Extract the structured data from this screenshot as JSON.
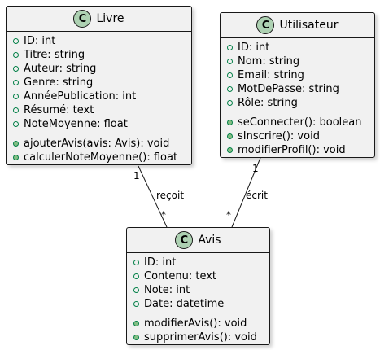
{
  "classes": {
    "livre": {
      "stereotype": "C",
      "name": "Livre",
      "attributes": [
        "ID: int",
        "Titre: string",
        "Auteur: string",
        "Genre: string",
        "AnnéePublication: int",
        "Résumé: text",
        "NoteMoyenne: float"
      ],
      "methods": [
        "ajouterAvis(avis: Avis): void",
        "calculerNoteMoyenne(): float"
      ]
    },
    "utilisateur": {
      "stereotype": "C",
      "name": "Utilisateur",
      "attributes": [
        "ID: int",
        "Nom: string",
        "Email: string",
        "MotDePasse: string",
        "Rôle: string"
      ],
      "methods": [
        "seConnecter(): boolean",
        "sInscrire(): void",
        "modifierProfil(): void"
      ]
    },
    "avis": {
      "stereotype": "C",
      "name": "Avis",
      "attributes": [
        "ID: int",
        "Contenu: text",
        "Note: int",
        "Date: datetime"
      ],
      "methods": [
        "modifierAvis(): void",
        "supprimerAvis(): void"
      ]
    }
  },
  "associations": [
    {
      "from": "Livre",
      "to": "Avis",
      "label": "reçoit",
      "from_mult": "1",
      "to_mult": "*"
    },
    {
      "from": "Utilisateur",
      "to": "Avis",
      "label": "écrit",
      "from_mult": "1",
      "to_mult": "*"
    }
  ],
  "colors": {
    "class_bg": "#f1f1f1",
    "border": "#181818",
    "stereotype_circle": "#add1b2",
    "visibility_public": "#84be84"
  }
}
